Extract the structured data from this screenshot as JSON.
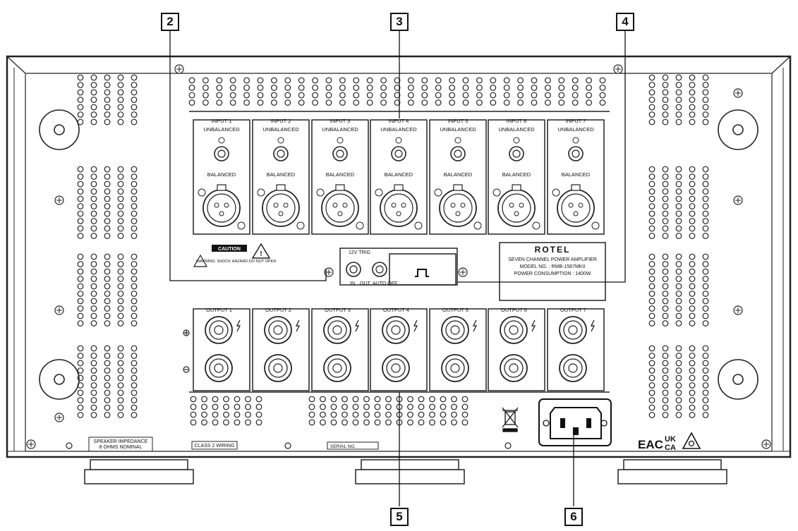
{
  "callouts": [
    "2",
    "3",
    "4",
    "5",
    "6"
  ],
  "inputs": {
    "headers": [
      "INPUT 1",
      "INPUT 2",
      "INPUT 3",
      "INPUT 4",
      "INPUT 5",
      "INPUT 6",
      "INPUT 7"
    ],
    "unbalanced_label": "UNBALANCED",
    "balanced_label": "BALANCED"
  },
  "outputs": {
    "headers": [
      "OUTPUT 1",
      "OUTPUT 2",
      "OUTPUT 3",
      "OUTPUT 4",
      "OUTPUT 5",
      "OUTPUT 6",
      "OUTPUT 7"
    ]
  },
  "trigger": {
    "header": "12V TRIG",
    "port_labels": [
      "IN",
      "OUT",
      "AUTO OFF"
    ]
  },
  "caution": {
    "title": "CAUTION",
    "warning": "WARNING: SHOCK HAZARD-DO NOT OPEN"
  },
  "rating_plate": {
    "brand": "ROTEL",
    "line1": "SEVEN CHANNEL POWER AMPLIFIER",
    "line2": "MODEL NO. : RMB-1587MKII",
    "line3": "POWER CONSUMPTION : 1400W"
  },
  "bottom_labels": {
    "impedance_1": "SPEAKER IMPEDANCE",
    "impedance_2": "8 OHMS NOMINAL",
    "class2": "CLASS 2 WIRING",
    "serial": "SERIAL NO."
  },
  "cert_marks": {
    "eac": "EAC",
    "uk": "UK",
    "ca": "CA"
  }
}
